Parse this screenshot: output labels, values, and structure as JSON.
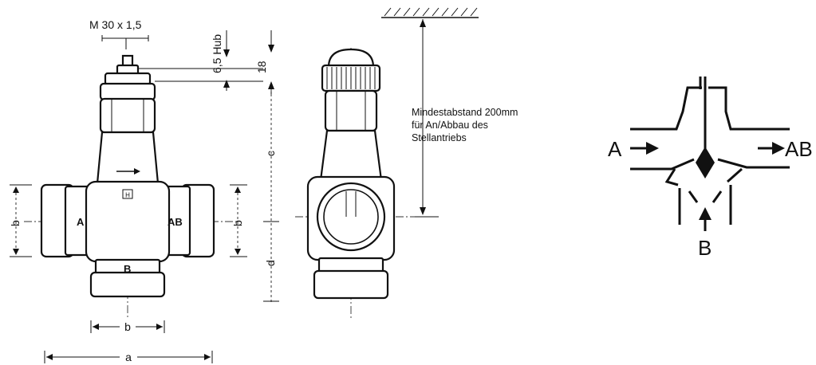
{
  "dimensions": {
    "thread": "M 30 x 1,5",
    "stroke": "6,5 Hub",
    "height_18": "18",
    "c": "c",
    "d": "d",
    "b_left": "b",
    "b_mid": "b",
    "b_bottom": "b",
    "a": "a"
  },
  "ports": {
    "front_a": "A",
    "front_ab": "AB",
    "front_b": "B",
    "front_marker": "H"
  },
  "note": {
    "line1": "Mindestabstand 200mm",
    "line2": "für An/Abbau des",
    "line3": "Stellantriebs"
  },
  "symbol": {
    "a": "A",
    "ab": "AB",
    "b": "B"
  }
}
